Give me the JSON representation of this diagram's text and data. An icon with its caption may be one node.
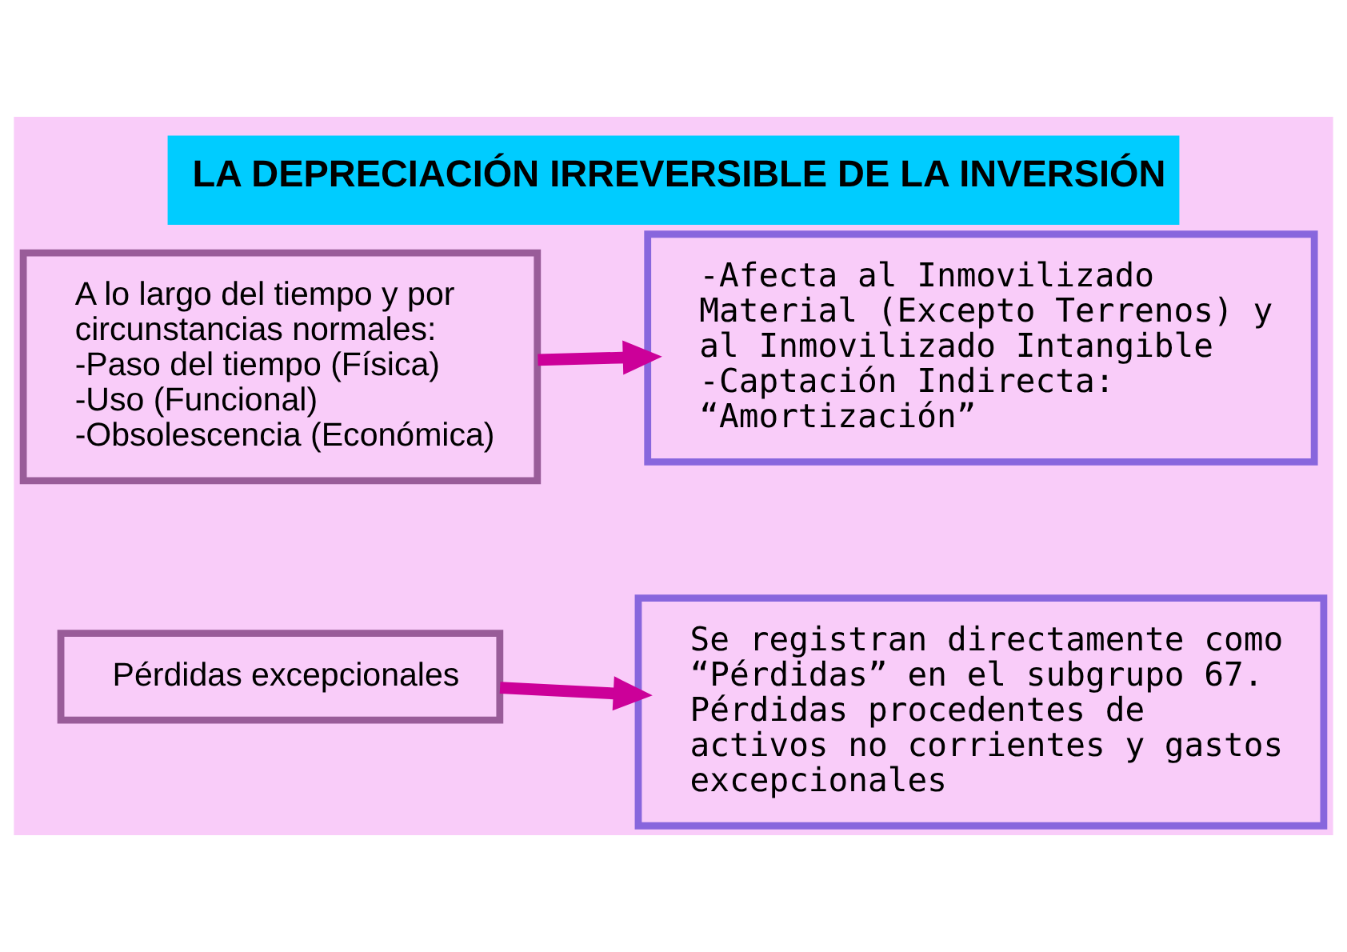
{
  "diagram": {
    "title": "LA DEPRECIACIÓN IRREVERSIBLE DE LA INVERSIÓN",
    "nodes": [
      {
        "text": [
          "A lo largo del tiempo y por circunstancias normales:",
          "-Paso del tiempo (Física)",
          "-Uso (Funcional)",
          "-Obsolescencia (Económica)"
        ]
      },
      {
        "text": [
          "-Afecta al Inmovilizado Material (Excepto Terrenos) y al Inmovilizado Intangible",
          "-Captación Indirecta: “Amortización”"
        ]
      },
      {
        "text": [
          "Pérdidas excepcionales"
        ]
      },
      {
        "text": [
          "Se registran directamente como “Pérdidas” en el subgrupo 67. Pérdidas procedentes de activos no corrientes y gastos excepcionales"
        ]
      }
    ],
    "edges": [
      {
        "from": 0,
        "to": 1,
        "arrow": "to"
      },
      {
        "from": 2,
        "to": 3,
        "arrow": "to"
      }
    ]
  }
}
